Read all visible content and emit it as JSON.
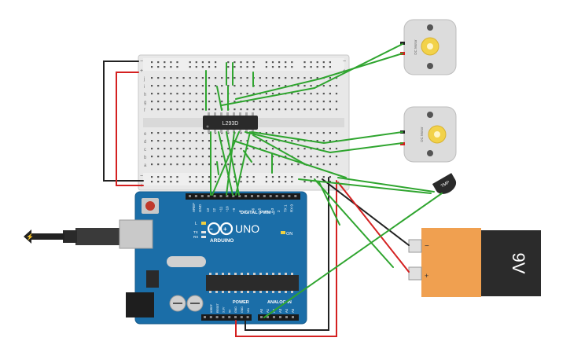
{
  "chip": {
    "label": "L293D"
  },
  "arduino": {
    "brand": "ARDUINO",
    "model": "UNO",
    "on_label": "ON",
    "digital_label": "DIGITAL (PWM~)",
    "power_label": "POWER",
    "analog_label": "ANALOG IN",
    "aref_label": "AREF",
    "gnd_label": "GND",
    "tx_label": "TX",
    "rx_label": "RX",
    "l_label": "L",
    "digital_pins": [
      "13",
      "12",
      "~11",
      "~10",
      "~9",
      "8",
      "7",
      "~6",
      "~5",
      "4",
      "~3",
      "2",
      "TX 1",
      "RX 0"
    ],
    "power_pins": [
      "IOREF",
      "RESET",
      "3.3V",
      "5V",
      "GND",
      "GND",
      "VIN"
    ],
    "analog_pins": [
      "A0",
      "A1",
      "A2",
      "A3",
      "A4",
      "A5"
    ]
  },
  "motors": [
    {
      "label": "DC Motor"
    },
    {
      "label": "DC Motor"
    }
  ],
  "sensor": {
    "label": "TMP"
  },
  "battery": {
    "label": "9V",
    "minus": "−",
    "plus": "+"
  },
  "breadboard": {
    "row_letters_top": [
      "j",
      "i",
      "h",
      "g",
      "f"
    ],
    "row_letters_bottom": [
      "e",
      "d",
      "c",
      "b",
      "a"
    ],
    "rail_minus": "−",
    "rail_plus": "+"
  },
  "colors": {
    "wire_green": "#2fa52f",
    "wire_red": "#d42020",
    "wire_black": "#222222",
    "board_blue": "#1b6ea8",
    "breadboard": "#e9e9e9",
    "battery_orange": "#f0a050",
    "battery_black": "#2b2b2b",
    "motor_body": "#dcdcdc",
    "motor_gear": "#f2d24a"
  }
}
